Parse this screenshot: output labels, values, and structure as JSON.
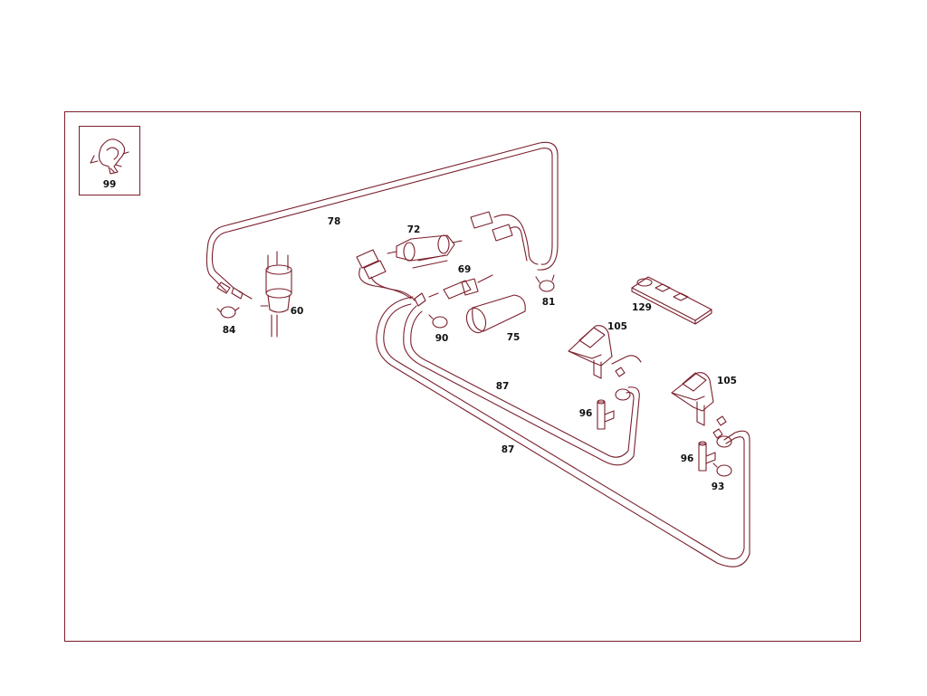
{
  "inset": {
    "label": "99"
  },
  "parts": {
    "p78": "78",
    "p72": "72",
    "p69": "69",
    "p60": "60",
    "p84": "84",
    "p90": "90",
    "p75": "75",
    "p81": "81",
    "p129": "129",
    "p105a": "105",
    "p105b": "105",
    "p87a": "87",
    "p87b": "87",
    "p96a": "96",
    "p96b": "96",
    "p93": "93"
  },
  "colors": {
    "line": "#7a1f2b",
    "text": "#111111"
  }
}
